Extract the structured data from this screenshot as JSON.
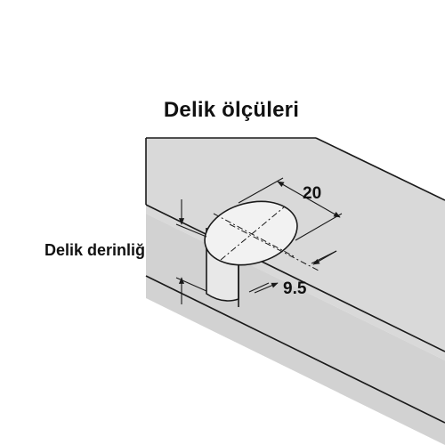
{
  "diagram": {
    "title": "Delik ölçüleri",
    "depth_label": "Delik derinliği",
    "diameter_value": "20",
    "offset_value": "9.5"
  },
  "colors": {
    "panel_top": "#d9d9d9",
    "panel_front": "#d2d2d2",
    "line": "#1a1a1a",
    "hole_fill": "#f2f2f2"
  }
}
